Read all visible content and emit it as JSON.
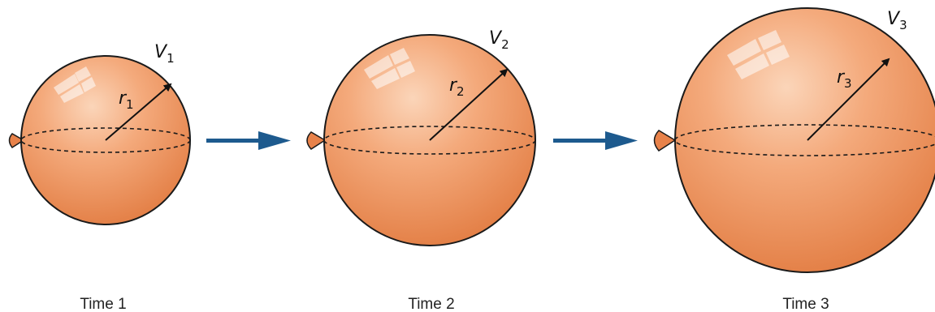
{
  "balloons": [
    {
      "time_label": "Time 1",
      "volume": {
        "symbol": "V",
        "subscript": "1"
      },
      "radius": {
        "symbol": "r",
        "subscript": "1"
      }
    },
    {
      "time_label": "Time 2",
      "volume": {
        "symbol": "V",
        "subscript": "2"
      },
      "radius": {
        "symbol": "r",
        "subscript": "2"
      }
    },
    {
      "time_label": "Time 3",
      "volume": {
        "symbol": "V",
        "subscript": "3"
      },
      "radius": {
        "symbol": "r",
        "subscript": "3"
      }
    }
  ],
  "colors": {
    "balloon_light": "#fbd5b9",
    "balloon_mid": "#f2a070",
    "balloon_dark": "#e07a3e",
    "outline": "#1a1a1a",
    "arrow": "#1d5a8e"
  }
}
